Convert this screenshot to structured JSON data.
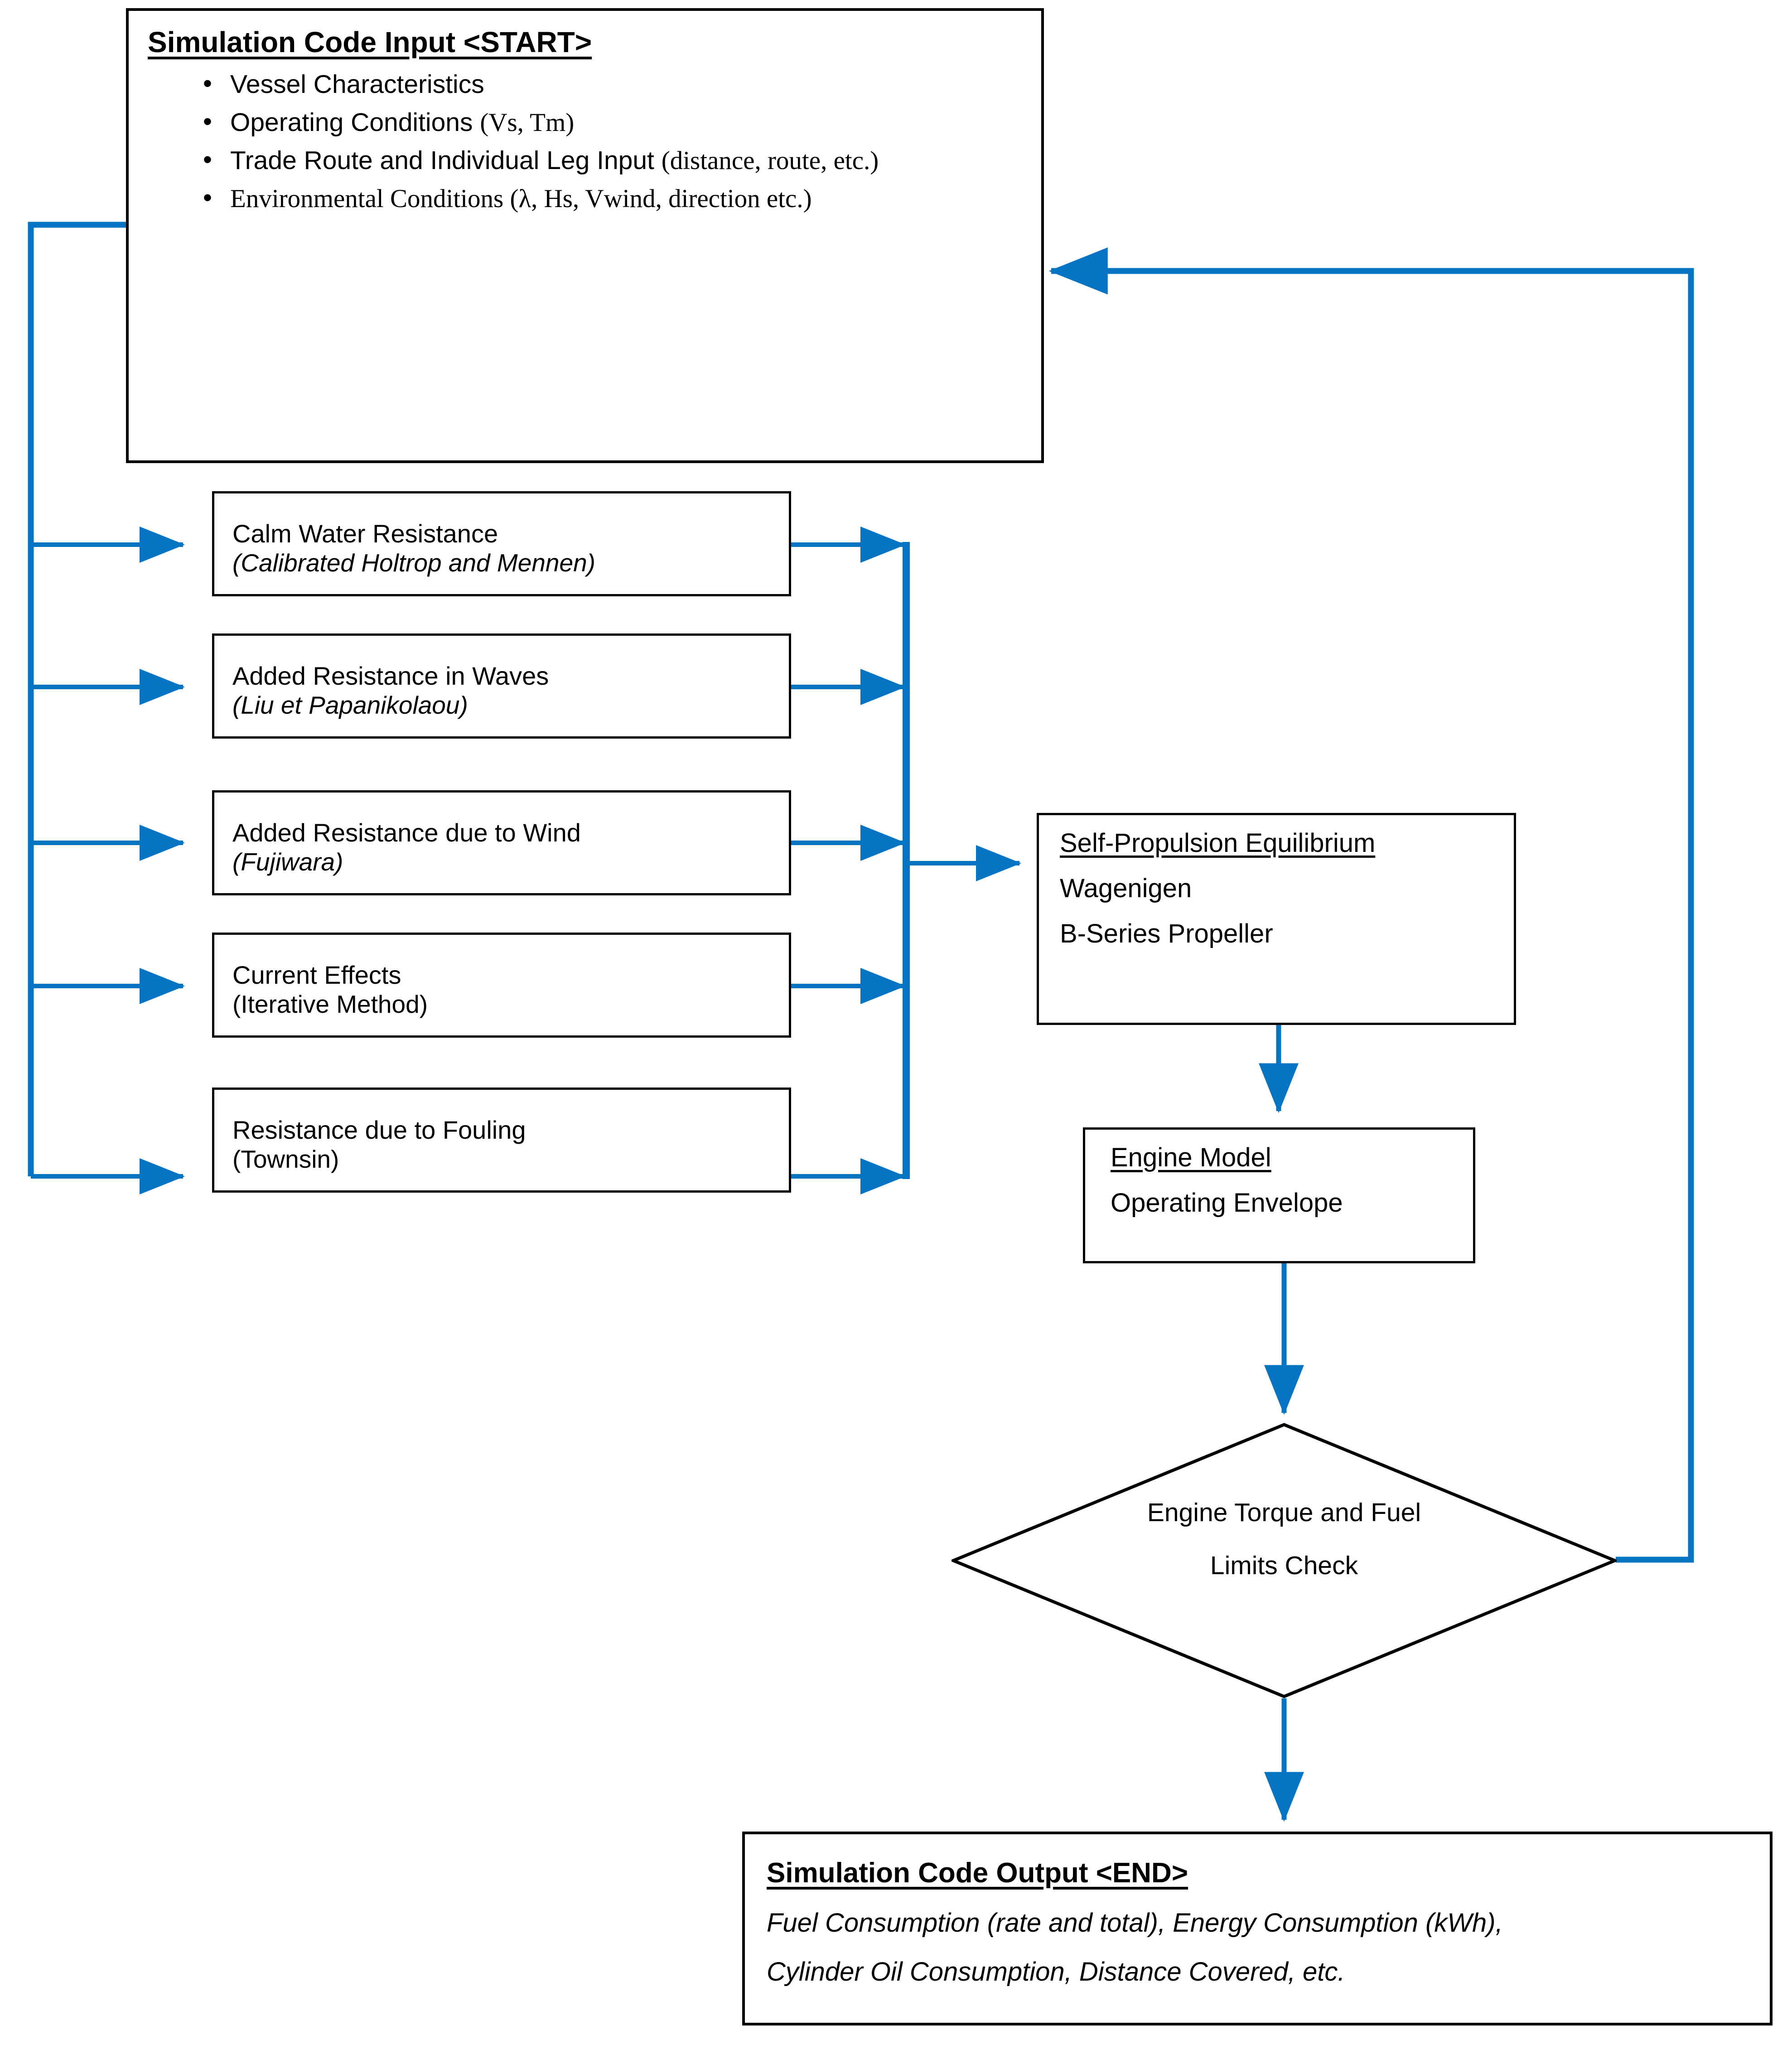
{
  "diagram": {
    "title": "Ship performance simulation code flowchart",
    "accent_color": "#0673C3",
    "line_color": "#000000",
    "background": "#FFFFFF"
  },
  "start": {
    "title": "Simulation Code Input <START>",
    "bullets": [
      {
        "main": "Vessel Characteristics",
        "tail": ""
      },
      {
        "main": "Operating Conditions ",
        "tail": "(Vs, Tm)"
      },
      {
        "main": "Trade Route and Individual Leg Input ",
        "tail": "(distance, route, etc.)"
      },
      {
        "main": "Environmental Conditions ",
        "tail": "(λ, Hs, Vwind, direction etc.)"
      }
    ]
  },
  "resistance_boxes": [
    {
      "name": "Calm Water Resistance",
      "method": "(Calibrated Holtrop and Mennen)",
      "italic": true
    },
    {
      "name": "Added Resistance in Waves",
      "method": "(Liu et Papanikolaou)",
      "italic": true
    },
    {
      "name": "Added Resistance due to Wind",
      "method": "(Fujiwara)",
      "italic": true
    },
    {
      "name": "Current Effects",
      "method": "(Iterative Method)",
      "italic": false
    },
    {
      "name": "Resistance due to Fouling",
      "method": "(Townsin)",
      "italic": false
    }
  ],
  "propulsion": {
    "title": "Self-Propulsion Equilibrium",
    "line1": "Wagenigen",
    "line2": "B-Series Propeller"
  },
  "engine": {
    "title": "Engine Model",
    "line1": "Operating Envelope"
  },
  "decision": {
    "line1": "Engine Torque and Fuel",
    "line2": "Limits Check"
  },
  "end": {
    "title": "Simulation Code Output <END>",
    "line1": "Fuel Consumption (rate and total), Energy Consumption (kWh),",
    "line2": "Cylinder Oil Consumption, Distance Covered, etc."
  }
}
